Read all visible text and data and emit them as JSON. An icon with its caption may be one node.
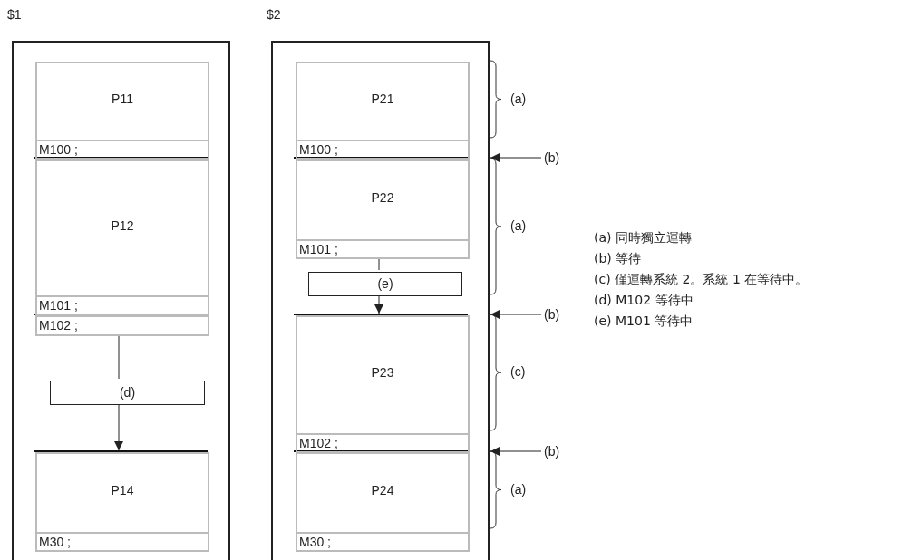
{
  "diagram": {
    "nodes": [
      {
        "text": [
          "$1"
        ]
      },
      {
        "text": [
          "P11",
          "M100 ;"
        ],
        "in": 0
      },
      {
        "text": [
          "P12",
          "M101 ;"
        ],
        "in": 0
      },
      {
        "text": [
          "M102 ;"
        ],
        "in": 0
      },
      {
        "text": [
          "(d)"
        ],
        "in": 0
      },
      {
        "text": [
          "P14",
          "M30 ;"
        ],
        "in": 0
      },
      {
        "text": [
          "$2"
        ]
      },
      {
        "text": [
          "P21",
          "M100 ;"
        ],
        "in": 6
      },
      {
        "text": [
          "P22",
          "M101 ;"
        ],
        "in": 6
      },
      {
        "text": [
          "(e)"
        ],
        "in": 6
      },
      {
        "text": [
          "P23",
          "M102 ;"
        ],
        "in": 6
      },
      {
        "text": [
          "P24",
          "M30 ;"
        ],
        "in": 6
      },
      {
        "text": [
          "(b)"
        ]
      },
      {
        "text": [
          "(b)"
        ]
      },
      {
        "text": [
          "(b)"
        ]
      }
    ],
    "edges": [
      {
        "from": 3,
        "to": 4,
        "arrow": "none"
      },
      {
        "from": 4,
        "to": 5,
        "arrow": "to"
      },
      {
        "from": 8,
        "to": 9,
        "arrow": "none"
      },
      {
        "from": 9,
        "to": 10,
        "arrow": "to"
      },
      {
        "from": 12,
        "to": 6,
        "arrow": "to"
      },
      {
        "from": 13,
        "to": 6,
        "arrow": "to"
      },
      {
        "from": 14,
        "to": 6,
        "arrow": "to"
      }
    ],
    "labels": [
      "(a)",
      "(a)",
      "(c)",
      "(a)",
      "(a) 同時獨立運轉",
      "(b) 等待",
      "(c) 僅運轉系統 2。系統 1 在等待中。",
      "(d) M102 等待中",
      "(e) M101 等待中"
    ]
  }
}
